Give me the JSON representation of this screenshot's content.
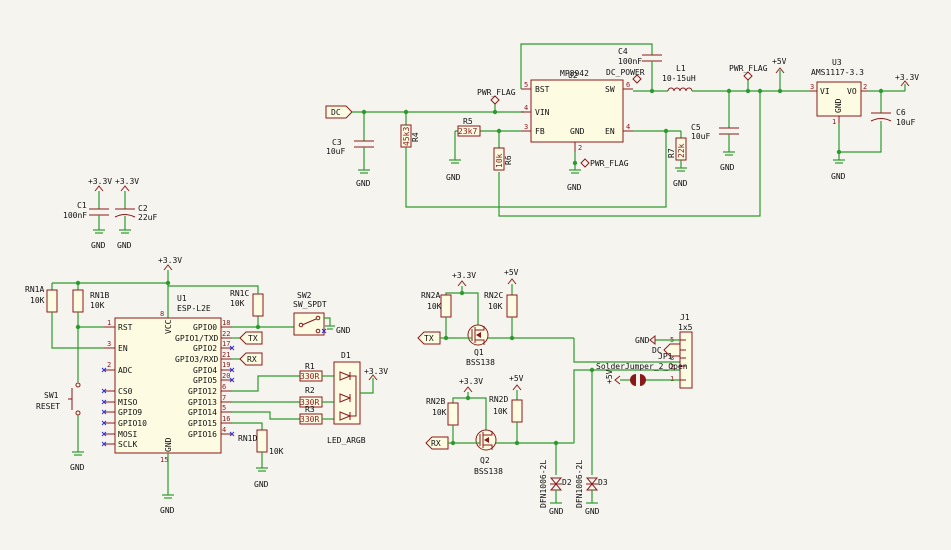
{
  "power_section": {
    "dc_port": "DC",
    "pwr_flag_1": "PWR_FLAG",
    "pwr_flag_2": "PWR_FLAG",
    "pwr_flag_3": "PWR_FLAG",
    "dc_power_flag": "DC_POWER",
    "u2": {
      "ref": "U2",
      "value": "MP8942",
      "pins": [
        "BST",
        "VIN",
        "FB",
        "GND",
        "SW",
        "EN"
      ],
      "pin_nums": [
        "5",
        "4",
        "3",
        "2",
        "6",
        "4"
      ]
    },
    "u3": {
      "ref": "U3",
      "value": "AMS1117-3.3",
      "pins": [
        "VI",
        "VO",
        "GND"
      ],
      "pin_nums": [
        "3",
        "2",
        "1"
      ]
    },
    "c4": {
      "ref": "C4",
      "value": "100nF"
    },
    "l1": {
      "ref": "L1",
      "value": "10-15uH"
    },
    "c3": {
      "ref": "C3",
      "value": "10uF"
    },
    "c5": {
      "ref": "C5",
      "value": "10uF"
    },
    "c6": {
      "ref": "C6",
      "value": "10uF"
    },
    "r4": {
      "ref": "R4",
      "value": "45k3"
    },
    "r5": {
      "ref": "R5",
      "value": "23k7"
    },
    "r6": {
      "ref": "R6",
      "value": "10k"
    },
    "r7": {
      "ref": "R7",
      "value": "22k"
    },
    "v5": "+5V",
    "v33": "+3.3V",
    "gnd": "GND"
  },
  "decoupling": {
    "c1": {
      "ref": "C1",
      "value": "100nF"
    },
    "c2": {
      "ref": "C2",
      "value": "22uF"
    },
    "v33": "+3.3V",
    "gnd": "GND"
  },
  "mcu_section": {
    "u1": {
      "ref": "U1",
      "value": "ESP-L2E",
      "left_pins": [
        "RST",
        "EN",
        "ADC",
        "CS0",
        "MISO",
        "GPIO9",
        "GPIO10",
        "MOSI",
        "SCLK"
      ],
      "left_nums": [
        "1",
        "3",
        "2",
        "",
        "",
        "",
        "",
        "",
        ""
      ],
      "right_pins": [
        "GPIO0",
        "GPIO1/TXD",
        "GPIO2",
        "GPIO3/RXD",
        "GPIO4",
        "GPIO5",
        "GPIO12",
        "GPIO13",
        "GPIO14",
        "GPIO15",
        "GPIO16"
      ],
      "right_nums": [
        "18",
        "22",
        "17",
        "21",
        "19",
        "20",
        "6",
        "7",
        "5",
        "16",
        "4"
      ],
      "vcc": "VCC",
      "vcc_num": "8",
      "gnd": "GND",
      "gnd_num": "15"
    },
    "rn1a": {
      "ref": "RN1A",
      "value": "10K"
    },
    "rn1b": {
      "ref": "RN1B",
      "value": "10K"
    },
    "rn1c": {
      "ref": "RN1C",
      "value": "10K"
    },
    "rn1d": {
      "ref": "RN1D",
      "value": "10K"
    },
    "sw1": {
      "ref": "SW1",
      "value": "RESET"
    },
    "sw2": {
      "ref": "SW2",
      "value": "SW_SPDT"
    },
    "r1": {
      "ref": "R1",
      "value": "330R"
    },
    "r2": {
      "ref": "R2",
      "value": "330R"
    },
    "r3": {
      "ref": "R3",
      "value": "330R"
    },
    "d1": {
      "ref": "D1",
      "value": "LED_ARGB"
    },
    "tx": "TX",
    "rx": "RX",
    "v33": "+3.3V",
    "gnd": "GND"
  },
  "level_shift": {
    "rn2a": {
      "ref": "RN2A",
      "value": "10K"
    },
    "rn2b": {
      "ref": "RN2B",
      "value": "10K"
    },
    "rn2c": {
      "ref": "RN2C",
      "value": "10K"
    },
    "rn2d": {
      "ref": "RN2D",
      "value": "10K"
    },
    "q1": {
      "ref": "Q1",
      "value": "BSS138"
    },
    "q2": {
      "ref": "Q2",
      "value": "BSS138"
    },
    "d2": {
      "ref": "D2",
      "value": "DFN1006-2L"
    },
    "d3": {
      "ref": "D3",
      "value": "DFN1006-2L"
    },
    "j1": {
      "ref": "J1",
      "value": "1x5",
      "pins": [
        "5",
        "4",
        "3",
        "2",
        "1"
      ]
    },
    "jp1": {
      "ref": "JP1",
      "value": "SolderJumper_2_Open"
    },
    "tx": "TX",
    "rx": "RX",
    "dc": "DC",
    "v5": "+5V",
    "v33": "+3.3V",
    "gnd": "GND"
  }
}
